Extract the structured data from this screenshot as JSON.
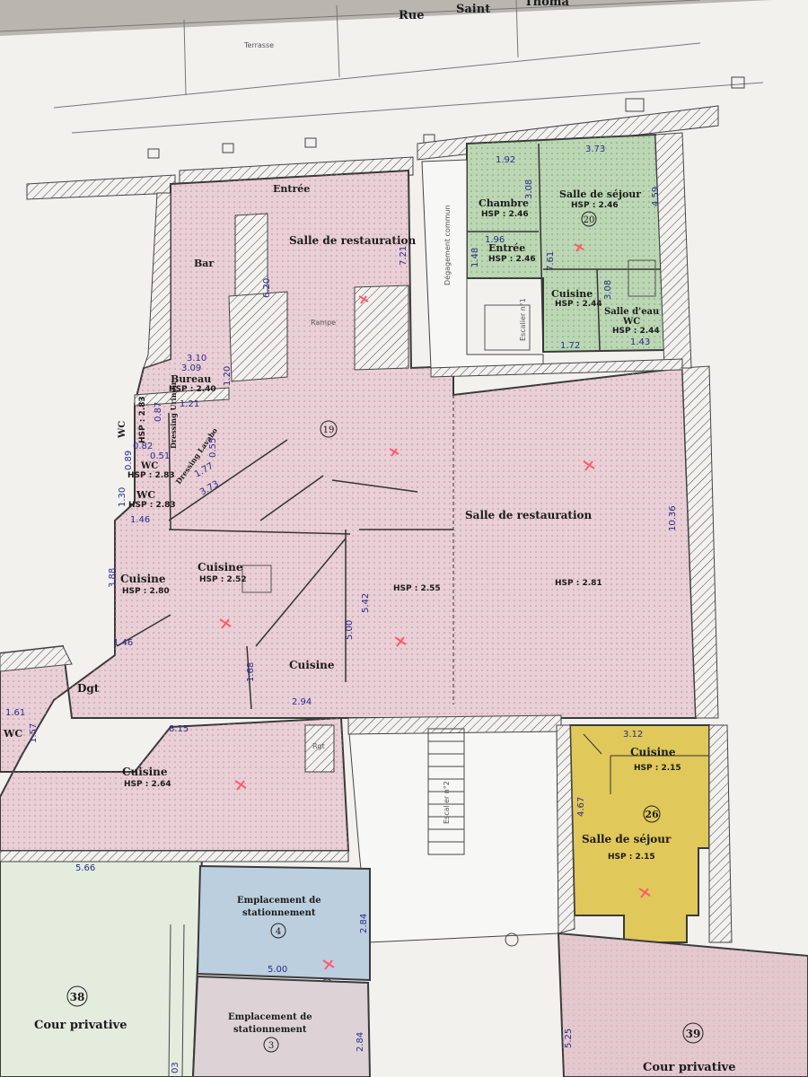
{
  "street": {
    "label_1": "Rue",
    "label_2": "Saint",
    "label_3": "Thoma"
  },
  "terrasse": "Terrasse",
  "lot19": {
    "number": "19",
    "entree": "Entrée",
    "bar": "Bar",
    "salle_restauration_top": "Salle de restauration",
    "rampe": "Rampe",
    "bureau": "Bureau",
    "bureau_hsp": "HSP : 2.40",
    "wc1": "WC",
    "wc1_hsp": "HSP : 2.83",
    "wc2": "WC",
    "wc2_hsp": "HSP : 2.83",
    "wc3": "WC",
    "wc3_hsp": "HSP : 2.83",
    "dressing_urinoir": "Dressing Urinoir",
    "dressing_lavabo": "Dressing Lavabo",
    "salle_restauration_main": "Salle de restauration",
    "hsp_281": "HSP : 2.81",
    "hsp_255": "HSP : 2.55",
    "cuisine_left": "Cuisine",
    "cuisine_left_hsp": "HSP : 2.80",
    "cuisine_mid": "Cuisine",
    "cuisine_mid_hsp": "HSP : 2.52",
    "cuisine_lower": "Cuisine",
    "dgt": "Dgt",
    "wc_left": "WC",
    "cuisine_bottom": "Cuisine",
    "cuisine_bottom_hsp": "HSP : 2.64",
    "rgt": "Rgt"
  },
  "degagement": "Dégagement commun",
  "escalier_top": "Escalier n°1",
  "escalier_bottom": "Escalier n°2",
  "lot20": {
    "number": "20",
    "chambre": "Chambre",
    "chambre_hsp": "HSP : 2.46",
    "sejour": "Salle de séjour",
    "sejour_hsp": "HSP : 2.46",
    "entree": "Entrée",
    "entree_hsp": "HSP : 2.46",
    "cuisine": "Cuisine",
    "cuisine_hsp": "HSP : 2.44",
    "salle_eau": "Salle d'eau",
    "wc": "WC",
    "salle_eau_hsp": "HSP : 2.44"
  },
  "lot26": {
    "number": "26",
    "cuisine": "Cuisine",
    "cuisine_hsp": "HSP : 2.15",
    "sejour": "Salle de séjour",
    "sejour_hsp": "HSP : 2.15"
  },
  "lot4": {
    "number": "4",
    "label_1": "Emplacement de",
    "label_2": "stationnement"
  },
  "lot3": {
    "number": "3",
    "label_1": "Emplacement de",
    "label_2": "stationnement"
  },
  "lot38": {
    "number": "38",
    "label": "Cour privative"
  },
  "lot39": {
    "number": "39",
    "label": "Cour privative"
  },
  "dims": {
    "d373": "3.73",
    "d192": "1.92",
    "d308a": "3.08",
    "d459": "4.59",
    "d196": "1.96",
    "d148": "1.48",
    "d761": "7.61",
    "d308b": "3.08",
    "d172": "1.72",
    "d143": "1.43",
    "d721": "7.21",
    "d620": "6.20",
    "d310": "3.10",
    "d309": "3.09",
    "d120": "1.20",
    "d121": "1.21",
    "d087": "0.87",
    "d082": "0.82",
    "d051": "0.51",
    "d089": "0.89",
    "d055": "0.55",
    "d177": "1.77",
    "d373b": "3.73",
    "d130": "1.30",
    "d146a": "1.46",
    "d388": "3.88",
    "d146b": "1.46",
    "d1036": "10.36",
    "d542": "5.42",
    "d500a": "5.00",
    "d168": "1.68",
    "d294": "2.94",
    "d815": "8.15",
    "d161": "1.61",
    "d157": "1.57",
    "d566": "5.66",
    "d284a": "2.84",
    "d500b": "5.00",
    "d284b": "2.84",
    "d312": "3.12",
    "d467": "4.67",
    "d525": "5.25",
    "d03": "03"
  },
  "colors": {
    "paper": "#f2f1ee",
    "lot19_fill": "#e9cfd6",
    "lot20_fill": "#bcd7b4",
    "lot26_fill": "#e0c85a",
    "lot4_fill": "#bccfdf",
    "lot3_fill": "#ddd3d6",
    "lot38_fill": "#e4ecde",
    "lot39_fill": "#e3c9cd",
    "wall": "#3a3a3a"
  }
}
